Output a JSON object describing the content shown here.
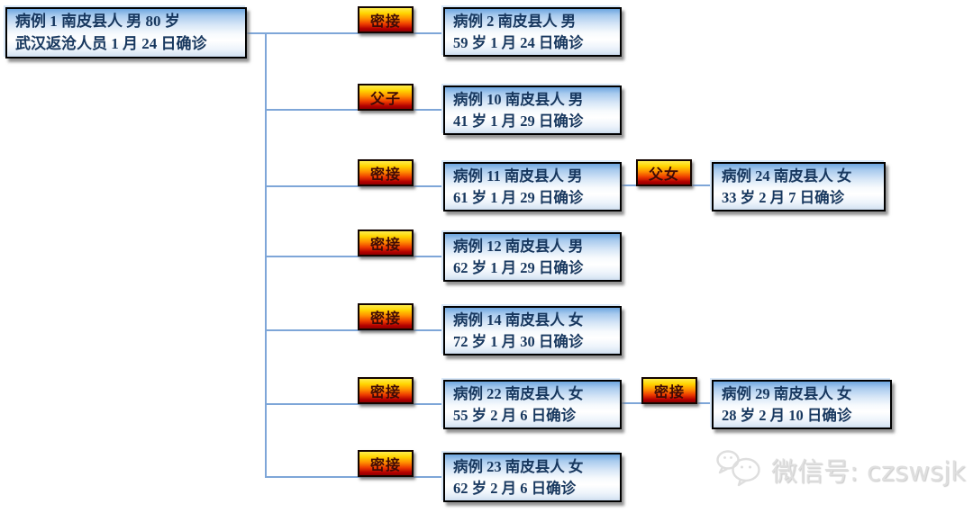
{
  "colors": {
    "connector": "#7ea6d8",
    "box-text": "#17375e",
    "label-text": "#3f0b06",
    "watermark": "#dfdfdf"
  },
  "diagram": {
    "root": {
      "line1": "病例 1 南皮县人  男 80 岁",
      "line2": "武汉返沧人员 1 月 24 日确诊"
    },
    "branches": [
      {
        "relation": "密接",
        "case": {
          "line1": "病例 2 南皮县人  男",
          "line2": "59 岁 1 月 24 日确诊"
        }
      },
      {
        "relation": "父子",
        "case": {
          "line1": "病例 10 南皮县人  男",
          "line2": "41 岁 1 月 29 日确诊"
        }
      },
      {
        "relation": "密接",
        "case": {
          "line1": "病例 11 南皮县人  男",
          "line2": "61 岁 1 月 29 日确诊"
        },
        "child": {
          "relation": "父女",
          "case": {
            "line1": "病例 24 南皮县人  女",
            "line2": "33 岁 2 月 7 日确诊"
          }
        }
      },
      {
        "relation": "密接",
        "case": {
          "line1": "病例 12 南皮县人  男",
          "line2": "62 岁 1 月 29 日确诊"
        }
      },
      {
        "relation": "密接",
        "case": {
          "line1": "病例 14 南皮县人  女",
          "line2": "72 岁 1 月 30 日确诊"
        }
      },
      {
        "relation": "密接",
        "case": {
          "line1": "病例 22 南皮县人  女",
          "line2": "55 岁 2 月 6 日确诊"
        },
        "child": {
          "relation": "密接",
          "case": {
            "line1": "病例 29 南皮县人  女",
            "line2": "28 岁 2 月 10 日确诊"
          }
        }
      },
      {
        "relation": "密接",
        "case": {
          "line1": "病例 23 南皮县人  女",
          "line2": "62 岁 2 月 6 日确诊"
        }
      }
    ]
  },
  "watermark": {
    "icon": "wechat-icon",
    "label": "微信号: czswsjk"
  }
}
